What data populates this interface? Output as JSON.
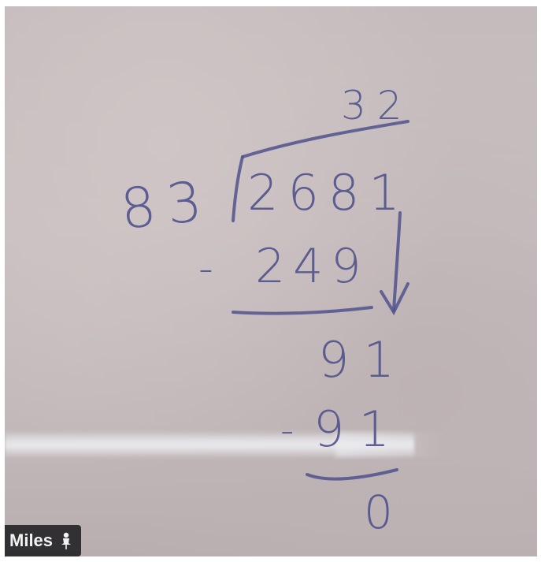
{
  "participant": {
    "name": "Miles",
    "status_icon": "pin-icon"
  },
  "work": {
    "quotient": "32",
    "divisor": "83",
    "dividend": "2681",
    "step1_minus": "-",
    "step1_product": "249",
    "step1_remainder": "91",
    "step2_minus": "-",
    "step2_product": "91",
    "final_remainder": "0"
  },
  "colors": {
    "ink": "#4d4f8a",
    "nametag_bg": "#141416",
    "nametag_text": "#f2f2f2"
  }
}
